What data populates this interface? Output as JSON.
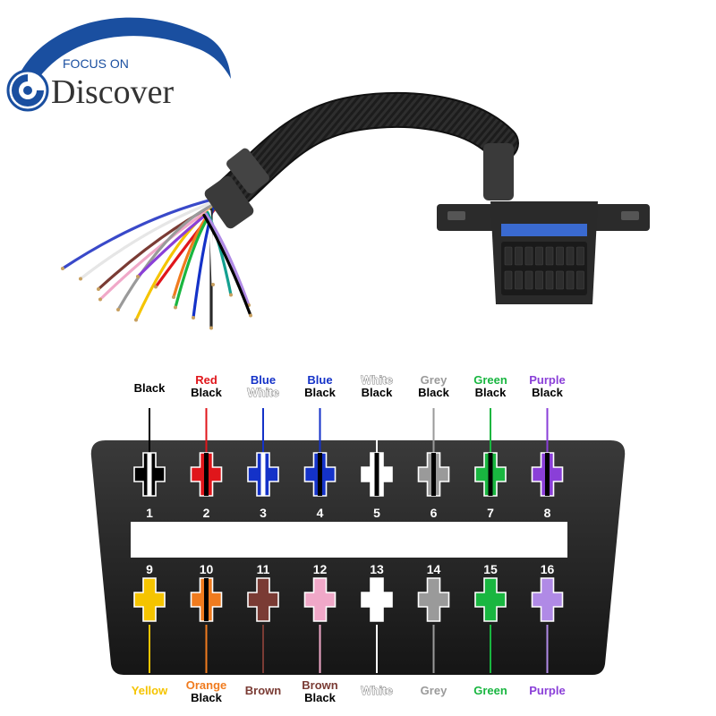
{
  "logo": {
    "tagline": "FOCUS ON",
    "name": "Discover",
    "colors": {
      "arc": "#1a4fa0",
      "text": "#333333",
      "tagline": "#1a4fa0"
    }
  },
  "colors": {
    "connector_body": "#252525",
    "blank_band": "#ffffff",
    "cable": "#1d1d1d"
  },
  "pins": [
    {
      "number": "1",
      "row": "top",
      "color_a": "#000000",
      "color_b": "",
      "labels": [
        {
          "text": "Black",
          "color": "#000000"
        }
      ]
    },
    {
      "number": "2",
      "row": "top",
      "color_a": "#e0161b",
      "color_b": "#000000",
      "labels": [
        {
          "text": "Red",
          "color": "#e0161b"
        },
        {
          "text": "Black",
          "color": "#000000"
        }
      ]
    },
    {
      "number": "3",
      "row": "top",
      "color_a": "#1432c8",
      "color_b": "#ffffff",
      "labels": [
        {
          "text": "Blue",
          "color": "#1432c8"
        },
        {
          "text": "White",
          "color": "#ffffff"
        }
      ]
    },
    {
      "number": "4",
      "row": "top",
      "color_a": "#1432c8",
      "color_b": "#000000",
      "labels": [
        {
          "text": "Blue",
          "color": "#1432c8"
        },
        {
          "text": "Black",
          "color": "#000000"
        }
      ]
    },
    {
      "number": "5",
      "row": "top",
      "color_a": "#ffffff",
      "color_b": "#000000",
      "labels": [
        {
          "text": "White",
          "color": "#ffffff"
        },
        {
          "text": "Black",
          "color": "#000000"
        }
      ]
    },
    {
      "number": "6",
      "row": "top",
      "color_a": "#9a9a9a",
      "color_b": "#000000",
      "labels": [
        {
          "text": "Grey",
          "color": "#9a9a9a"
        },
        {
          "text": "Black",
          "color": "#000000"
        }
      ]
    },
    {
      "number": "7",
      "row": "top",
      "color_a": "#19b640",
      "color_b": "#000000",
      "labels": [
        {
          "text": "Green",
          "color": "#19b640"
        },
        {
          "text": "Black",
          "color": "#000000"
        }
      ]
    },
    {
      "number": "8",
      "row": "top",
      "color_a": "#8a3fd8",
      "color_b": "#000000",
      "labels": [
        {
          "text": "Purple",
          "color": "#8a3fd8"
        },
        {
          "text": "Black",
          "color": "#000000"
        }
      ]
    },
    {
      "number": "9",
      "row": "bottom",
      "color_a": "#f5c400",
      "color_b": "",
      "labels": [
        {
          "text": "Yellow",
          "color": "#f5c400"
        }
      ]
    },
    {
      "number": "10",
      "row": "bottom",
      "color_a": "#f07b1e",
      "color_b": "#000000",
      "labels": [
        {
          "text": "Orange",
          "color": "#f07b1e"
        },
        {
          "text": "Black",
          "color": "#000000"
        }
      ]
    },
    {
      "number": "11",
      "row": "bottom",
      "color_a": "#7a3b34",
      "color_b": "",
      "labels": [
        {
          "text": "Brown",
          "color": "#7a3b34"
        }
      ]
    },
    {
      "number": "12",
      "row": "bottom",
      "color_a": "#f0a8c8",
      "color_b": "",
      "labels": [
        {
          "text": "Brown",
          "color": "#7a3b34"
        },
        {
          "text": "Black",
          "color": "#000000"
        }
      ]
    },
    {
      "number": "13",
      "row": "bottom",
      "color_a": "#ffffff",
      "color_b": "",
      "labels": [
        {
          "text": "White",
          "color": "#ffffff"
        }
      ]
    },
    {
      "number": "14",
      "row": "bottom",
      "color_a": "#9a9a9a",
      "color_b": "",
      "labels": [
        {
          "text": "Grey",
          "color": "#9a9a9a"
        }
      ]
    },
    {
      "number": "15",
      "row": "bottom",
      "color_a": "#19b640",
      "color_b": "",
      "labels": [
        {
          "text": "Green",
          "color": "#19b640"
        }
      ]
    },
    {
      "number": "16",
      "row": "bottom",
      "color_a": "#b08ae6",
      "color_b": "",
      "labels": [
        {
          "text": "Purple",
          "color": "#8a3fd8"
        }
      ]
    }
  ],
  "loose_wire_colors": [
    "#3949c9",
    "#e6e6e6",
    "#7a3b34",
    "#f0a8c8",
    "#9a9a9a",
    "#f5c400",
    "#8a3fd8",
    "#e0161b",
    "#f07b1e",
    "#19b640",
    "#1432c8",
    "#2a2a2a",
    "#ffffff",
    "#14a090",
    "#b08ae6",
    "#000000"
  ]
}
